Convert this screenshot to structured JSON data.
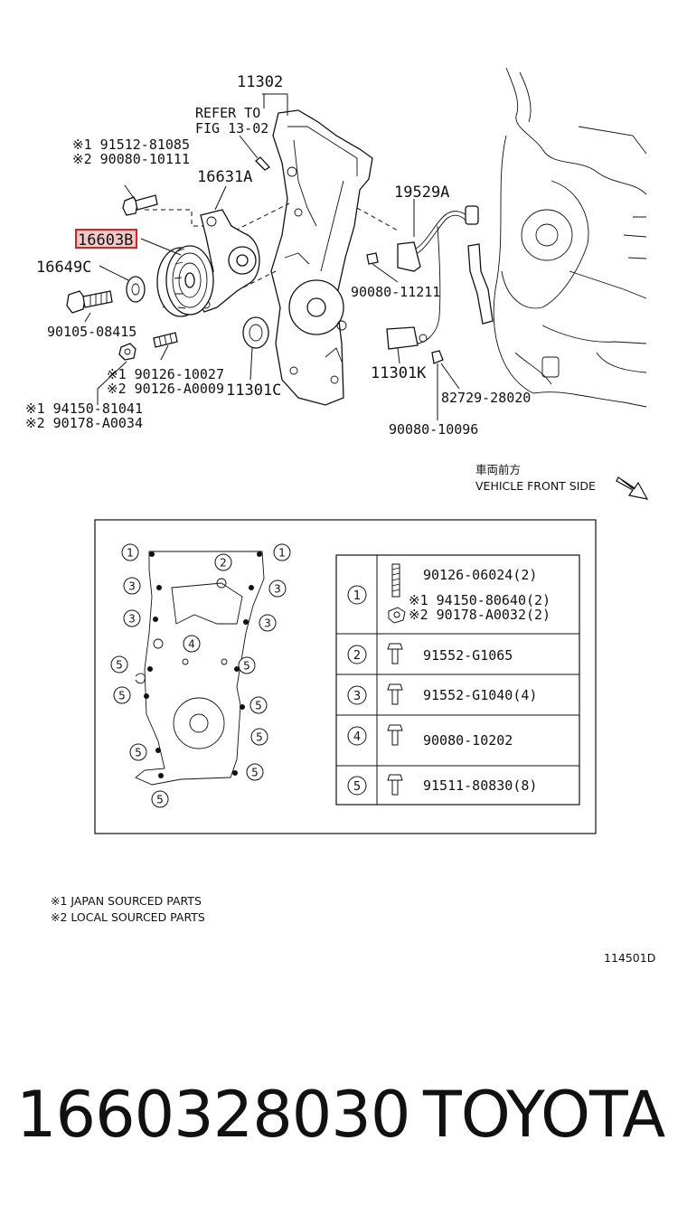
{
  "callouts": {
    "cover_assy": "11302",
    "refer_line1": "REFER TO",
    "refer_line2": "FIG 13-02",
    "bolt_a_line1": "※1 91512-81085",
    "bolt_a_line2": "※2 90080-10111",
    "bracket": "16631A",
    "sensor": "19529A",
    "idler_highlight": "16603B",
    "washer": "16649C",
    "bolt_idler": "90105-08415",
    "bolt_sensor": "90080-11211",
    "stud_line1": "※1 90126-10027",
    "stud_line2": "※2 90126-A0009",
    "seal": "11301C",
    "nut_line1": "※1 94150-81041",
    "nut_line2": "※2 90178-A0034",
    "sensor_body": "11301K",
    "clamp": "82729-28020",
    "bolt_clamp": "90080-10096"
  },
  "direction": {
    "jp": "車両前方",
    "en": "VEHICLE FRONT SIDE"
  },
  "legend": {
    "callouts": [
      "1",
      "1",
      "2",
      "3",
      "3",
      "3",
      "3",
      "4",
      "5",
      "5",
      "5",
      "5",
      "5",
      "5",
      "5",
      "5",
      "5"
    ],
    "rows": [
      {
        "num": "1",
        "lines": [
          "90126-06024(2)",
          "※1 94150-80640(2)",
          "※2 90178-A0032(2)"
        ]
      },
      {
        "num": "2",
        "lines": [
          "91552-G1065"
        ]
      },
      {
        "num": "3",
        "lines": [
          "91552-G1040(4)"
        ]
      },
      {
        "num": "4",
        "lines": [
          "90080-10202"
        ]
      },
      {
        "num": "5",
        "lines": [
          "91511-80830(8)"
        ]
      }
    ]
  },
  "notes": {
    "note1": "※1 JAPAN SOURCED PARTS",
    "note2": "※2 LOCAL SOURCED PARTS"
  },
  "figure_id": "114501D",
  "footer": {
    "part_number": "1660328030",
    "brand": "TOYOTA"
  },
  "colors": {
    "highlight": "#e02020",
    "highlight_fill": "#f2c9c9"
  }
}
